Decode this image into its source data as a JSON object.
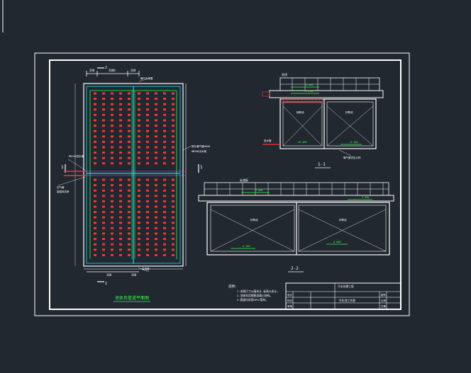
{
  "colors": {
    "background": "#212830",
    "frame": "#ffffff",
    "cyan": "#00e5ff",
    "red": "#ff3030",
    "green": "#30ff40",
    "yellow": "#ffff40",
    "magenta": "#ff40ff"
  },
  "plan": {
    "title": "池体及管道平面图",
    "section_mark_left": "1",
    "section_mark_right": "1",
    "section_mark_top": "2",
    "section_mark_bottom": "2",
    "top_dims": [
      "200",
      "2000",
      "200"
    ],
    "bottom_dims": [
      "200",
      "200"
    ],
    "annotations": [
      "DN150进水管",
      "曝气头布置",
      "穿孔曝气管DN40",
      "空气管",
      "接鼓风机房",
      "DN200出水管",
      "溢流管"
    ]
  },
  "section_1": {
    "title": "1-1",
    "levels": [
      "4.000",
      "3.600",
      "-0.300",
      "±0.000"
    ],
    "room_labels": [
      "缺氧池",
      "好氧池"
    ],
    "note": "曝气管详见大样",
    "label_left": "进水管",
    "label_top": "池顶"
  },
  "section_2": {
    "title": "2-2",
    "levels": [
      "4.000",
      "3.600",
      "-0.300",
      "0.000"
    ],
    "room_labels": [
      "好氧池",
      "好氧池"
    ],
    "label_top": "走道板"
  },
  "notes": {
    "heading": "说明:",
    "lines": [
      "1.本图尺寸以毫米计,标高以米计。",
      "2.池体采用钢筋混凝土结构。",
      "3.管道均采用UPVC管材。"
    ]
  },
  "title_block": {
    "project": "污水处理工程",
    "drawing_name": "生化池工艺图",
    "rows": [
      "设计",
      "校对",
      "审核"
    ],
    "right_col": [
      "图号",
      "比例",
      "日期"
    ]
  }
}
